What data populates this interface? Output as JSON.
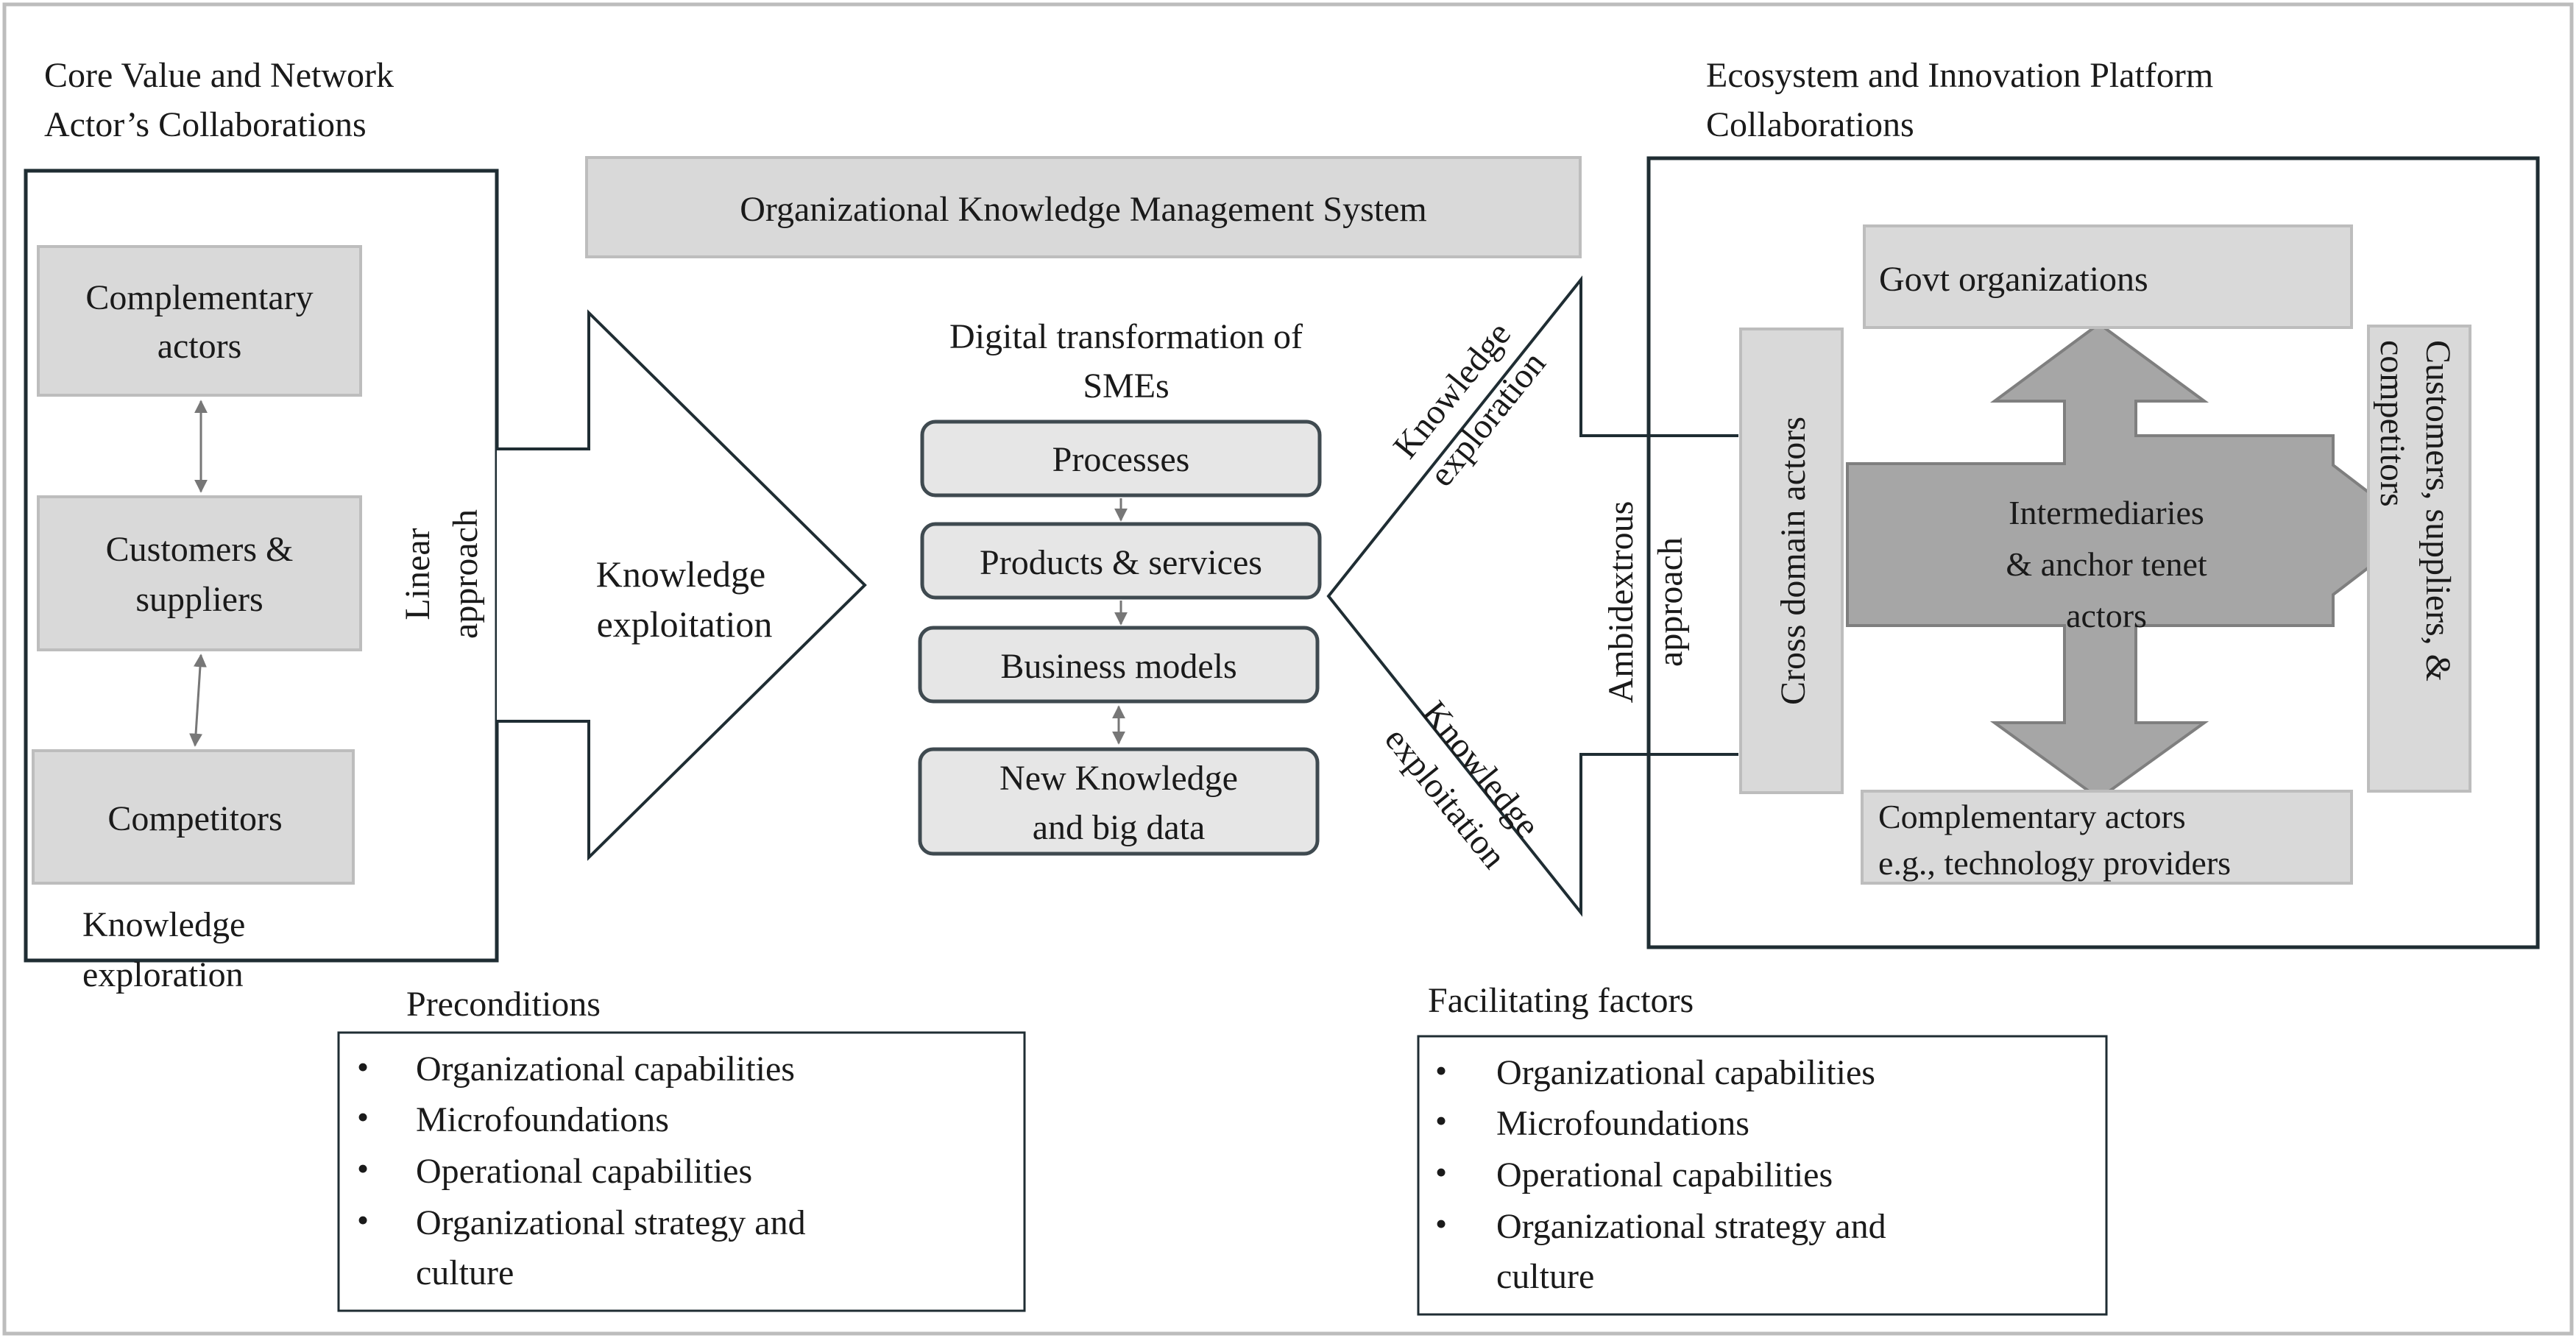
{
  "core_group": {
    "heading_line1": "Core Value and Network",
    "heading_line2": "Actor’s Collaborations",
    "complementary_line1": "Complementary",
    "complementary_line2": "actors",
    "customers_line1": "Customers &",
    "customers_line2": "suppliers",
    "competitors": "Competitors",
    "exploration_line1": "Knowledge",
    "exploration_line2": "exploration",
    "linear_line1": "Linear",
    "linear_line2": "approach"
  },
  "okms": {
    "title": "Organizational Knowledge Management System"
  },
  "left_arrow": {
    "line1": "Knowledge",
    "line2": "exploitation"
  },
  "dt": {
    "title_line1": "Digital transformation of",
    "title_line2": "SMEs",
    "processes": "Processes",
    "products": "Products & services",
    "business": "Business models",
    "newk_line1": "New Knowledge",
    "newk_line2": "and big data"
  },
  "right_triangle": {
    "upper_line1": "Knowledge",
    "upper_line2": "exploration",
    "lower_line1": "Knowledge",
    "lower_line2": "exploitation",
    "ambi_line1": "Ambidextrous",
    "ambi_line2": "approach"
  },
  "eco_group": {
    "heading_line1": "Ecosystem and Innovation Platform",
    "heading_line2": "Collaborations",
    "govt": "Govt organizations",
    "cross": "Cross domain actors",
    "customers_line1": "Customers, suppliers, &",
    "customers_line2": "competitors",
    "center_line1": "Intermediaries",
    "center_line2": "& anchor tenet",
    "center_line3": "actors",
    "comp_line1": "Complementary actors",
    "comp_line2": "e.g., technology providers"
  },
  "preconditions": {
    "heading": "Preconditions",
    "items": [
      "Organizational capabilities",
      "Microfoundations",
      "Operational capabilities",
      "Organizational strategy and",
      "culture"
    ]
  },
  "facilitating": {
    "heading": "Facilitating factors",
    "items": [
      "Organizational capabilities",
      "Microfoundations",
      "Operational capabilities",
      "Organizational strategy and",
      "culture"
    ]
  },
  "bullet": "•"
}
